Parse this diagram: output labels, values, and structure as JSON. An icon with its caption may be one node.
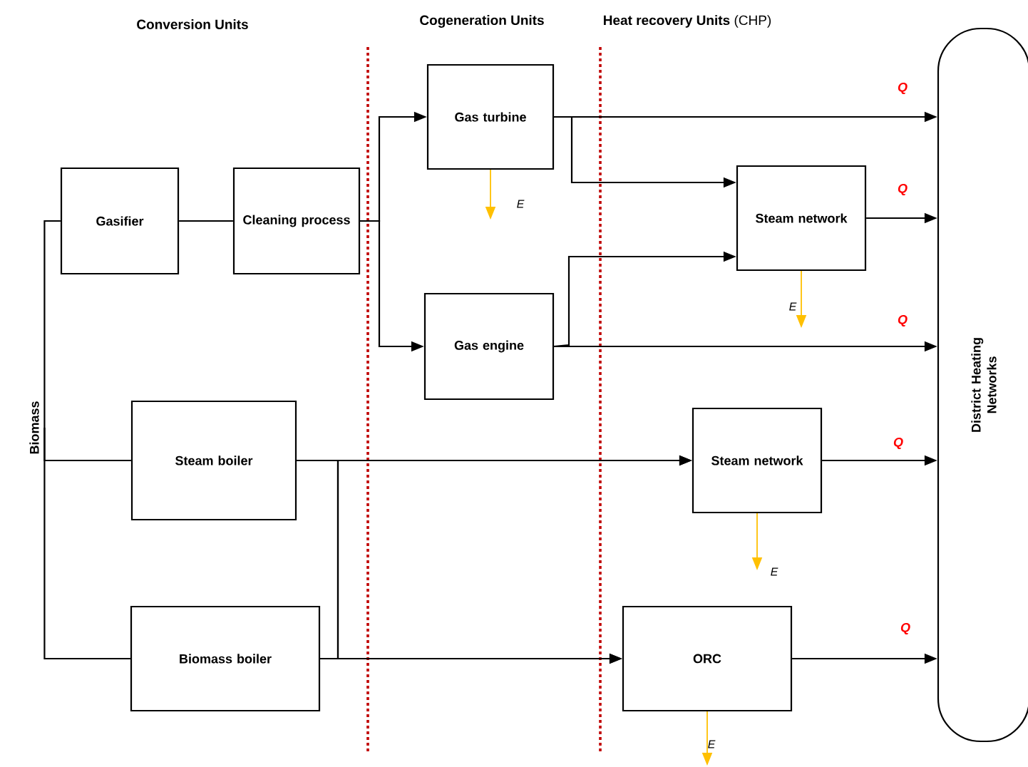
{
  "diagram": {
    "nodes": [
      {
        "text": [
          "Biomass"
        ]
      },
      {
        "text": [
          "Gasifier"
        ]
      },
      {
        "text": [
          "Cleaning process"
        ]
      },
      {
        "text": [
          "Gas turbine"
        ]
      },
      {
        "text": [
          "Gas engine"
        ]
      },
      {
        "text": [
          "Steam network"
        ]
      },
      {
        "text": [
          "Steam network"
        ]
      },
      {
        "text": [
          "Steam boiler"
        ]
      },
      {
        "text": [
          "Biomass  boiler"
        ]
      },
      {
        "text": [
          "ORC"
        ]
      },
      {
        "text": [
          "District Heating Networks"
        ]
      }
    ],
    "edges": [
      {
        "from": 0,
        "to": 1,
        "arrow": "none"
      },
      {
        "from": 0,
        "to": 7,
        "arrow": "none"
      },
      {
        "from": 0,
        "to": 8,
        "arrow": "none"
      },
      {
        "from": 1,
        "to": 2,
        "arrow": "none"
      },
      {
        "from": 2,
        "to": 3,
        "arrow": "to"
      },
      {
        "from": 2,
        "to": 4,
        "arrow": "to"
      },
      {
        "from": 3,
        "to": 10,
        "arrow": "to",
        "label": "Q"
      },
      {
        "from": 3,
        "to": 5,
        "arrow": "to"
      },
      {
        "from": 4,
        "to": 5,
        "arrow": "to"
      },
      {
        "from": 4,
        "to": 10,
        "arrow": "to",
        "label": "Q"
      },
      {
        "from": 5,
        "to": 10,
        "arrow": "to",
        "label": "Q"
      },
      {
        "from": 7,
        "to": 6,
        "arrow": "to"
      },
      {
        "from": 7,
        "to": 9,
        "arrow": "to"
      },
      {
        "from": 8,
        "to": 6,
        "arrow": "to"
      },
      {
        "from": 8,
        "to": 9,
        "arrow": "to"
      },
      {
        "from": 6,
        "to": 10,
        "arrow": "to",
        "label": "Q"
      },
      {
        "from": 9,
        "to": 10,
        "arrow": "to",
        "label": "Q"
      },
      {
        "from": 3,
        "to": null,
        "arrow": "to",
        "label": "E",
        "color": "#ffc000"
      },
      {
        "from": 5,
        "to": null,
        "arrow": "to",
        "label": "E",
        "color": "#ffc000"
      },
      {
        "from": 6,
        "to": null,
        "arrow": "to",
        "label": "E",
        "color": "#ffc000"
      },
      {
        "from": 9,
        "to": null,
        "arrow": "to",
        "label": "E",
        "color": "#ffc000"
      }
    ],
    "labels": [
      "Conversion Units",
      "Cogeneration Units",
      "**Heat recovery Units** (CHP)"
    ]
  }
}
